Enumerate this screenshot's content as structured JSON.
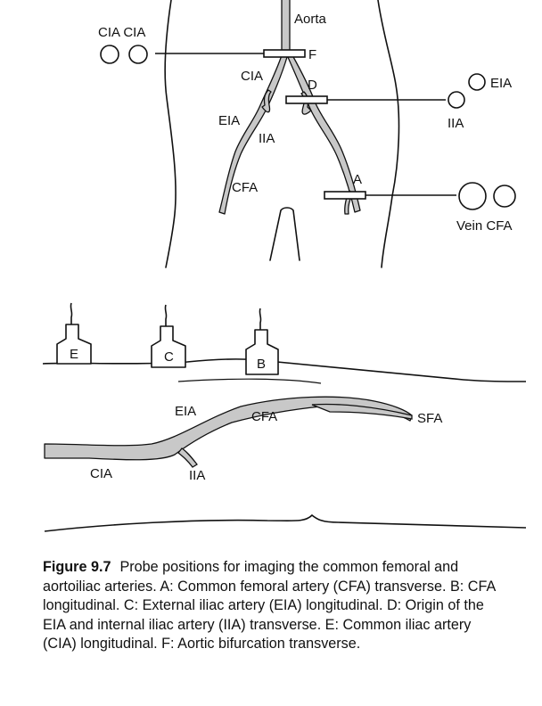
{
  "top_diagram": {
    "labels": {
      "aorta": "Aorta",
      "cia_pair": "CIA CIA",
      "cia": "CIA",
      "eia_left": "EIA",
      "iia_left": "IIA",
      "cfa_left": "CFA",
      "probe_f": "F",
      "probe_d": "D",
      "probe_a": "A",
      "eia_right": "EIA",
      "iia_right": "IIA",
      "vein_cfa": "Vein CFA"
    }
  },
  "bottom_diagram": {
    "probes": [
      "E",
      "C",
      "B"
    ],
    "labels": {
      "eia": "EIA",
      "cfa": "CFA",
      "sfa": "SFA",
      "cia": "CIA",
      "iia": "IIA"
    }
  },
  "caption": {
    "figure_label": "Figure 9.7",
    "text": "Probe positions for imaging the common femoral and aortoiliac arteries. A: Common femoral artery (CFA) transverse. B: CFA longitudinal. C: External iliac artery (EIA) longitudinal. D: Origin of the EIA and internal iliac artery (IIA) transverse. E: Common iliac artery (CIA) longitudinal. F: Aortic bifurcation transverse."
  }
}
